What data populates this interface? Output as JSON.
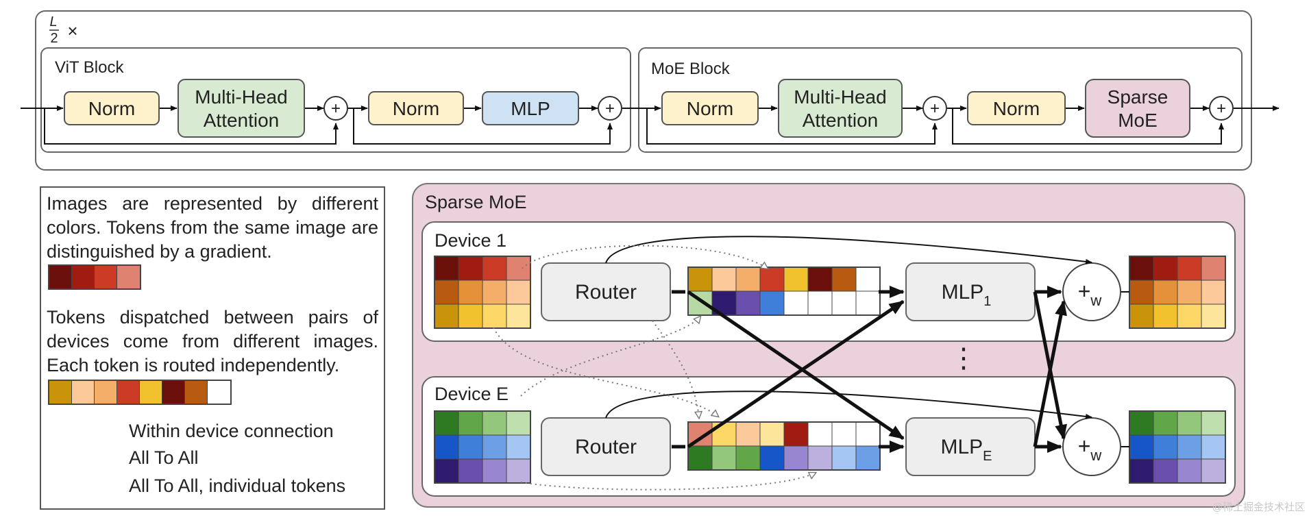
{
  "repeat_label": "L/2 ×",
  "vit_block": {
    "title": "ViT Block",
    "norm1": "Norm",
    "attention": [
      "Multi-Head",
      "Attention"
    ],
    "norm2": "Norm",
    "mlp": "MLP",
    "plus": "+"
  },
  "moe_block": {
    "title": "MoE Block",
    "norm1": "Norm",
    "attention": [
      "Multi-Head",
      "Attention"
    ],
    "norm2": "Norm",
    "sparse_moe": [
      "Sparse",
      "MoE"
    ],
    "plus": "+"
  },
  "sparse_moe": {
    "title": "Sparse MoE",
    "device1": {
      "label": "Device 1",
      "router": "Router",
      "mlp": "MLP",
      "mlp_sub": "1",
      "combine": "+",
      "combine_sub": "w",
      "input_grid": [
        [
          "#6b0f0a",
          "#a01c10",
          "#cc3b26",
          "#e08270"
        ],
        [
          "#b85b10",
          "#e5913a",
          "#f5ae6a",
          "#fcc99a"
        ],
        [
          "#c9940a",
          "#f2c12e",
          "#fcd765",
          "#fde69c"
        ]
      ],
      "dispatch_grid": [
        [
          "#c9940a",
          "#fcc99a",
          "#f5ae6a",
          "#cc3b26",
          "#f2c12e",
          "#6b0f0a",
          "#b85b10",
          "#ffffff"
        ],
        [
          "#b7d9a6",
          "#2e1a6e",
          "#6a4fad",
          "#3f7ed9",
          "#ffffff",
          "#ffffff",
          "#ffffff",
          "#ffffff"
        ]
      ],
      "output_grid": [
        [
          "#6b0f0a",
          "#a01c10",
          "#cc3b26",
          "#e08270"
        ],
        [
          "#b85b10",
          "#e5913a",
          "#f5ae6a",
          "#fcc99a"
        ],
        [
          "#c9940a",
          "#f2c12e",
          "#fcd765",
          "#fde69c"
        ]
      ]
    },
    "ellipsis": "⋮",
    "deviceE": {
      "label": "Device E",
      "router": "Router",
      "mlp": "MLP",
      "mlp_sub": "E",
      "combine": "+",
      "combine_sub": "w",
      "input_grid": [
        [
          "#2e7a22",
          "#62a64a",
          "#93c77c",
          "#bfdfae"
        ],
        [
          "#1656c9",
          "#3f7ed9",
          "#6d9fe6",
          "#a5c6f2"
        ],
        [
          "#2e1a6e",
          "#6a4fad",
          "#9986d1",
          "#bcb0de"
        ]
      ],
      "dispatch_grid": [
        [
          "#e08270",
          "#fcd765",
          "#fcc99a",
          "#fde69c",
          "#a01c10",
          "#ffffff",
          "#ffffff",
          "#ffffff"
        ],
        [
          "#2e7a22",
          "#93c77c",
          "#62a64a",
          "#1656c9",
          "#9986d1",
          "#bcb0de",
          "#a5c6f2",
          "#6d9fe6"
        ]
      ],
      "output_grid": [
        [
          "#2e7a22",
          "#62a64a",
          "#93c77c",
          "#bfdfae"
        ],
        [
          "#1656c9",
          "#3f7ed9",
          "#6d9fe6",
          "#a5c6f2"
        ],
        [
          "#2e1a6e",
          "#6a4fad",
          "#9986d1",
          "#bcb0de"
        ]
      ]
    }
  },
  "legend": {
    "paragraph1": "Images are represented by different colors. Tokens from the same image are distinguished by a gradient.",
    "swatch1": [
      "#6b0f0a",
      "#a01c10",
      "#cc3b26",
      "#e08270"
    ],
    "paragraph2": "Tokens dispatched between pairs of devices come from different images. Each token is routed independently.",
    "swatch2": [
      "#c9940a",
      "#fcc99a",
      "#f5ae6a",
      "#cc3b26",
      "#f2c12e",
      "#6b0f0a",
      "#b85b10",
      "#ffffff"
    ],
    "line1": "Within device connection",
    "line2": "All To All",
    "line3": "All To All, individual tokens"
  },
  "colors": {
    "norm_fill": "#fdf2cc",
    "attention_fill": "#d9ead3",
    "mlp_fill": "#cfe2f3",
    "moe_fill": "#ead1dc",
    "sparse_bg": "#ead1dc",
    "router_fill": "#eeeeee"
  },
  "watermark": "@稀土掘金技术社区"
}
